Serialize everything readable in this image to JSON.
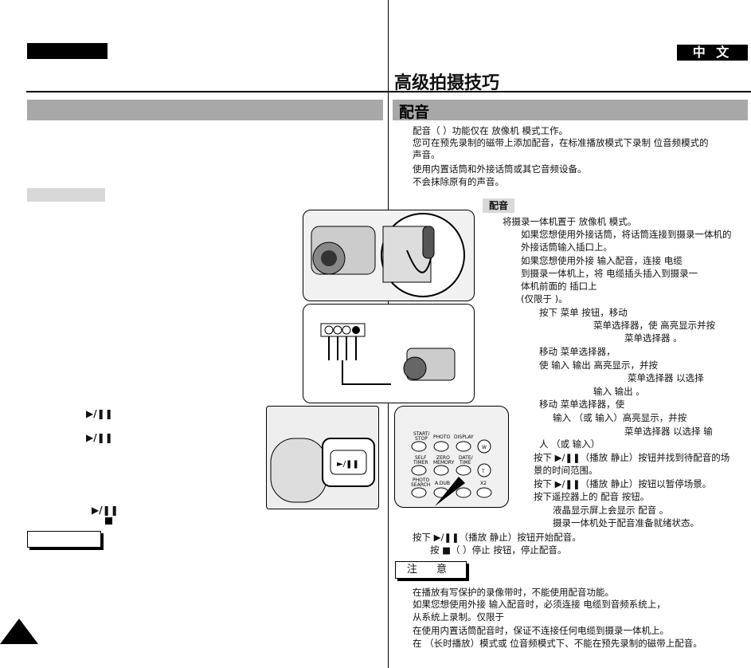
{
  "header": {
    "lang_label": "中 文",
    "title": "高级拍摄技巧"
  },
  "section": {
    "title": "配音"
  },
  "intro": [
    "配音（                         ）功能仅在           放像机 模式工作。",
    "您可在预先录制的磁带上添加配音，在标准播放模式下录制  位音频模式的",
    "声音。",
    "使用内置话筒和外接话筒或其它音频设备。",
    "不会抹除原有的声音。"
  ],
  "sub_label": "配音",
  "steps": [
    "将摄录一体机置于            放像机 模式。",
    "如果您想使用外接话筒，将话筒连接到摄录一体机的",
    "外接话筒输入插口上。",
    "如果您想使用外接     输入配音，连接            电缆",
    "到摄录一体机上，将            电缆插头插入到摄录一",
    "体机前面的            插口上",
    "(仅限于                        )。",
    "按下          菜单 按钮，移动",
    "菜单选择器，使      高亮显示并按",
    "菜单选择器 。",
    "移动                              菜单选择器，",
    "使                   输入 输出 高亮显示，并按",
    "菜单选择器 以选择",
    "输入 输出 。",
    "移动                              菜单选择器，使",
    "输入 （或              输入）高亮显示，并按",
    "菜单选择器 以选择      输",
    "人 （或          输入）",
    "按下 ▶/❚❚（播放 静止）按钮并找到待配音的场",
    "景的时间范围。",
    "按下 ▶/❚❚（播放 静止）按钮以暂停场景。",
    "按下遥控器上的            配音 按钮。",
    "液晶显示屏上会显示              配音 。",
    "摄录一体机处于配音准备就绪状态。"
  ],
  "final_steps": [
    "按下 ▶/❚❚（播放 静止）按钮开始配音。",
    "按 ■（      ）停止 按钮，停止配音。"
  ],
  "note_label": "注 意",
  "notes": [
    "在播放有写保护的录像带时，不能使用配音功能。",
    "如果您想使用外接     输入配音时，必须连接            电缆到音频系统上，",
    "从系统上录制。仅限于",
    "在使用内置话筒配音时，保证不连接任何电缆到摄录一体机上。",
    "在    （长时播放）模式或   位音频模式下、不能在预先录制的磁带上配音。"
  ],
  "left_symbols": {
    "play_pause": "▶/❚❚"
  },
  "remote": {
    "row1": [
      "START/\nSTOP",
      "PHOTO",
      "DISPLAY",
      "W"
    ],
    "row2": [
      "SELF\nTIMER",
      "ZERO\nMEMORY",
      "DATE/\nTIME",
      "T"
    ],
    "row3": [
      "PHOTO\nSEARCH",
      "A.DUB",
      "",
      "X2"
    ]
  }
}
